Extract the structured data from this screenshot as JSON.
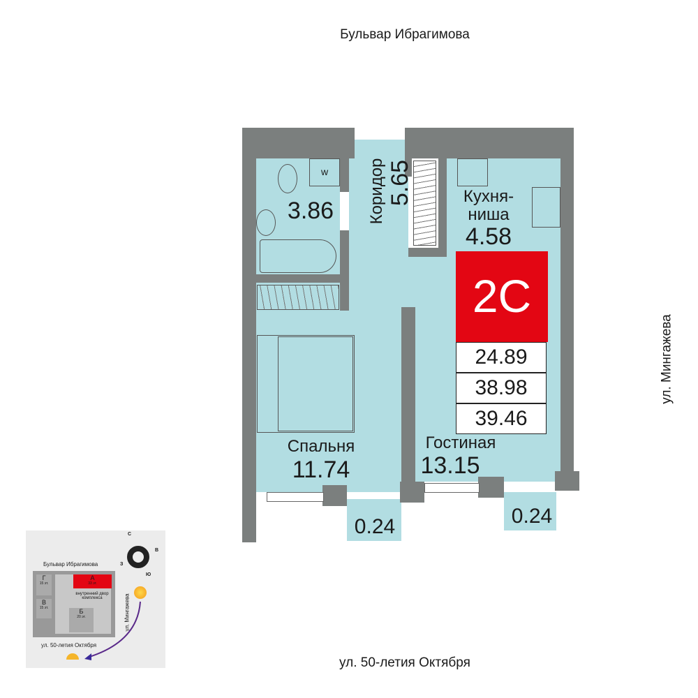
{
  "streets": {
    "top": "Бульвар Ибрагимова",
    "bottom": "ул. 50-летия Октября",
    "right": "ул. Мингажева"
  },
  "rooms": {
    "bathroom": {
      "area": "3.86"
    },
    "corridor": {
      "name": "Коридор",
      "area": "5.65"
    },
    "kitchen": {
      "name_line1": "Кухня-",
      "name_line2": "ниша",
      "area": "4.58"
    },
    "bedroom": {
      "name": "Спальня",
      "area": "11.74"
    },
    "living": {
      "name": "Гостиная",
      "area": "13.15"
    },
    "balcony_left": {
      "area": "0.24"
    },
    "balcony_right": {
      "area": "0.24"
    }
  },
  "washer_label": "w",
  "apartment": {
    "type": "2С",
    "living_area": "24.89",
    "total_area": "38.98",
    "total_with_balcony": "39.46"
  },
  "colors": {
    "wall": "#7b7f7e",
    "floor": "#b2dde2",
    "accent": "#e30613"
  },
  "minimap": {
    "street_top": "Бульвар Ибрагимова",
    "street_bottom": "ул. 50-летия Октября",
    "street_right": "ул. Мингажева",
    "compass": {
      "n": "С",
      "e": "В",
      "w": "З",
      "s": "Ю"
    },
    "buildings": [
      {
        "letter": "А",
        "floors": "33 эт."
      },
      {
        "letter": "Б",
        "floors": "20 эт."
      },
      {
        "letter": "В",
        "floors": "15 эт."
      },
      {
        "letter": "Г",
        "floors": "15 эт."
      }
    ],
    "courtyard_line1": "внутренний двор",
    "courtyard_line2": "комплекса"
  }
}
